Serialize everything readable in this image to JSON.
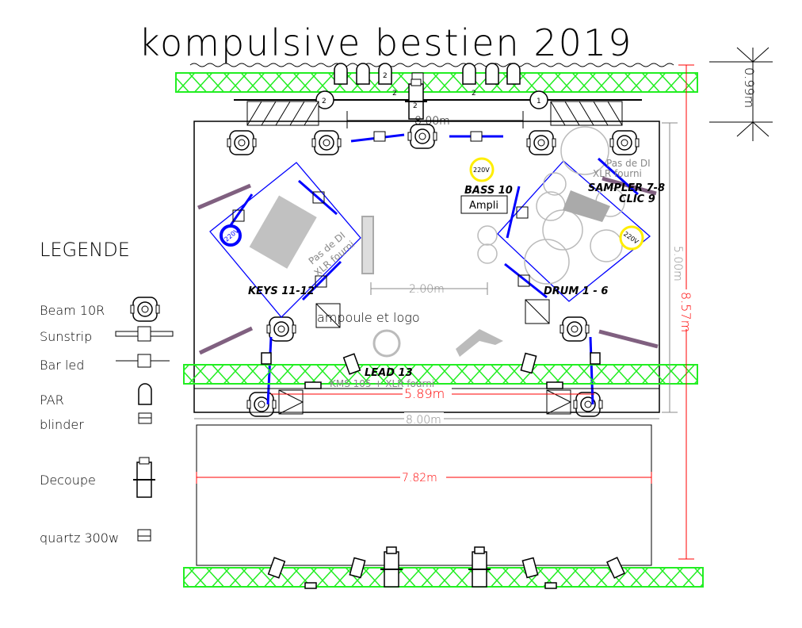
{
  "title": "kompulsive bestien 2019",
  "legend": {
    "heading": "LEGENDE",
    "items": [
      {
        "label": "Beam 10R",
        "icon": "beam-icon"
      },
      {
        "label": "Sunstrip",
        "icon": "sunstrip-icon"
      },
      {
        "label": "Bar led",
        "icon": "bar-led-icon"
      },
      {
        "label": "PAR",
        "icon": "par-icon"
      },
      {
        "label": "blinder",
        "icon": "blinder-icon"
      },
      {
        "label": "Decoupe",
        "icon": "decoupe-icon"
      },
      {
        "label": "quartz 300w",
        "icon": "quartz-icon"
      }
    ]
  },
  "dimensions": {
    "top_width": "8.00m",
    "riser_gap": "2.00m",
    "stage_depth": "5.00m",
    "total_depth": "8.57m",
    "truss_offset": "0.99m",
    "front_truss_span": "5.89m",
    "front_width": "8.00m",
    "lower_width": "7.82m"
  },
  "stage": {
    "keys": {
      "label": "KEYS 11-12",
      "note_line1": "Pas de DI",
      "note_line2": "XLR fourni",
      "power": "220V"
    },
    "drums": {
      "label": "DRUM 1 - 6",
      "power": "220V"
    },
    "sampler": {
      "label": "SAMPLER 7-8",
      "click": "CLIC 9",
      "note_line1": "Pas de DI",
      "note_line2": "XLR fourni"
    },
    "bass": {
      "label": "BASS 10",
      "amp": "Ampli",
      "power": "220V"
    },
    "lead": {
      "label": "LEAD 13",
      "note": "KMS 105 + XLR fourni"
    },
    "center_prop": "ampoule et logo",
    "fixture_numbers": [
      "2",
      "2",
      "2",
      "2",
      "2",
      "1"
    ]
  },
  "colors": {
    "truss": "#22ee22",
    "dimension": "#ff0000",
    "cable": "#0000ff",
    "power": "#ffee00",
    "sunstrip": "#806080"
  }
}
